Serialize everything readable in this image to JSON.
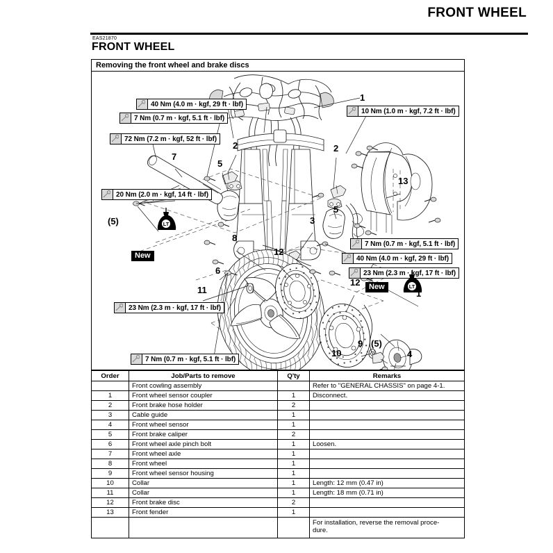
{
  "header": {
    "running_head": "FRONT WHEEL",
    "section_code": "EAS21870",
    "section_title": "FRONT WHEEL"
  },
  "diagram": {
    "procedure_title": "Removing the front wheel and brake discs",
    "torque_specs": [
      {
        "id": "t-40-upper-left",
        "icon": "wrench-icon",
        "text": "40 Nm (4.0 m · kgf, 29 ft · lbf)"
      },
      {
        "id": "t-7-upper-left",
        "icon": "wrench-icon",
        "text": "7 Nm (0.7 m · kgf, 5.1 ft · lbf)"
      },
      {
        "id": "t-72-left",
        "icon": "wrench-icon",
        "text": "72 Nm (7.2 m · kgf, 52 ft · lbf)"
      },
      {
        "id": "t-20-left",
        "icon": "wrench-icon",
        "text": "20 Nm (2.0 m · kgf, 14 ft · lbf)"
      },
      {
        "id": "t-23-lower-left",
        "icon": "wrench-icon",
        "text": "23 Nm (2.3 m · kgf, 17 ft · lbf)"
      },
      {
        "id": "t-7-bottom-left",
        "icon": "wrench-icon",
        "text": "7 Nm (0.7 m · kgf, 5.1 ft · lbf)"
      },
      {
        "id": "t-10-upper-right",
        "icon": "wrench-icon",
        "text": "10 Nm (1.0 m · kgf, 7.2 ft · lbf)"
      },
      {
        "id": "t-7-right",
        "icon": "wrench-icon",
        "text": "7 Nm (0.7 m · kgf, 5.1 ft · lbf)"
      },
      {
        "id": "t-40-right",
        "icon": "wrench-icon",
        "text": "40 Nm (4.0 m · kgf, 29 ft · lbf)"
      },
      {
        "id": "t-23-right",
        "icon": "wrench-icon",
        "text": "23 Nm (2.3 m · kgf, 17 ft · lbf)"
      }
    ],
    "new_tags": [
      {
        "id": "new-left",
        "label": "New"
      },
      {
        "id": "new-right",
        "label": "New"
      }
    ],
    "lubricant_symbols": [
      {
        "id": "lt-left",
        "label": "LT"
      },
      {
        "id": "lt-right",
        "label": "LT"
      }
    ],
    "callouts": [
      {
        "id": "c-1-top",
        "label": "1"
      },
      {
        "id": "c-2-left",
        "label": "2"
      },
      {
        "id": "c-2-right",
        "label": "2"
      },
      {
        "id": "c-5-left",
        "label": "5"
      },
      {
        "id": "c-5-right",
        "label": "5"
      },
      {
        "id": "c-6",
        "label": "6"
      },
      {
        "id": "c-7",
        "label": "7"
      },
      {
        "id": "c-3",
        "label": "3"
      },
      {
        "id": "c-5-paren-left",
        "label": "(5)"
      },
      {
        "id": "c-12-left",
        "label": "12"
      },
      {
        "id": "c-11",
        "label": "11"
      },
      {
        "id": "c-8",
        "label": "8"
      },
      {
        "id": "c-13",
        "label": "13"
      },
      {
        "id": "c-1-right",
        "label": "1"
      },
      {
        "id": "c-12-right",
        "label": "12"
      },
      {
        "id": "c-9",
        "label": "9"
      },
      {
        "id": "c-5-paren-right",
        "label": "(5)"
      },
      {
        "id": "c-10",
        "label": "10"
      },
      {
        "id": "c-4",
        "label": "4"
      }
    ]
  },
  "parts_table": {
    "columns": [
      "Order",
      "Job/Parts to remove",
      "Q'ty",
      "Remarks"
    ],
    "rows": [
      {
        "order": "",
        "job": "Front cowling assembly",
        "qty": "",
        "remarks": "Refer to \"GENERAL CHASSIS\" on page 4-1."
      },
      {
        "order": "1",
        "job": "Front wheel sensor coupler",
        "qty": "1",
        "remarks": "Disconnect."
      },
      {
        "order": "2",
        "job": "Front brake hose holder",
        "qty": "2",
        "remarks": ""
      },
      {
        "order": "3",
        "job": "Cable guide",
        "qty": "1",
        "remarks": ""
      },
      {
        "order": "4",
        "job": "Front wheel sensor",
        "qty": "1",
        "remarks": ""
      },
      {
        "order": "5",
        "job": "Front brake caliper",
        "qty": "2",
        "remarks": ""
      },
      {
        "order": "6",
        "job": "Front wheel axle pinch bolt",
        "qty": "1",
        "remarks": "Loosen."
      },
      {
        "order": "7",
        "job": "Front wheel axle",
        "qty": "1",
        "remarks": ""
      },
      {
        "order": "8",
        "job": "Front wheel",
        "qty": "1",
        "remarks": ""
      },
      {
        "order": "9",
        "job": "Front wheel sensor housing",
        "qty": "1",
        "remarks": ""
      },
      {
        "order": "10",
        "job": "Collar",
        "qty": "1",
        "remarks": "Length: 12 mm (0.47 in)"
      },
      {
        "order": "11",
        "job": "Collar",
        "qty": "1",
        "remarks": "Length: 18 mm (0.71 in)"
      },
      {
        "order": "12",
        "job": "Front brake disc",
        "qty": "2",
        "remarks": ""
      },
      {
        "order": "13",
        "job": "Front fender",
        "qty": "1",
        "remarks": ""
      },
      {
        "order": "",
        "job": "",
        "qty": "",
        "remarks": "For installation, reverse the removal proce-\ndure."
      }
    ]
  }
}
